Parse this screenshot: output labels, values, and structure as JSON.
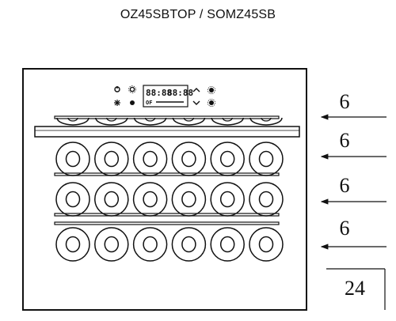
{
  "title": "OZ45SBTOP / SOMZ45SB",
  "panel": {
    "display_left": "88:88",
    "display_right": "88:88",
    "display_bottom": "OF"
  },
  "shelves": [
    {
      "bottles_per_row": 6
    },
    {
      "bottles_per_row": 6
    },
    {
      "bottles_per_row": 6
    },
    {
      "bottles_per_row": 6
    }
  ],
  "callouts": [
    "6",
    "6",
    "6",
    "6"
  ],
  "capacity_total": "24",
  "colors": {
    "line": "#111111",
    "background": "#ffffff",
    "gray": "#555555"
  }
}
